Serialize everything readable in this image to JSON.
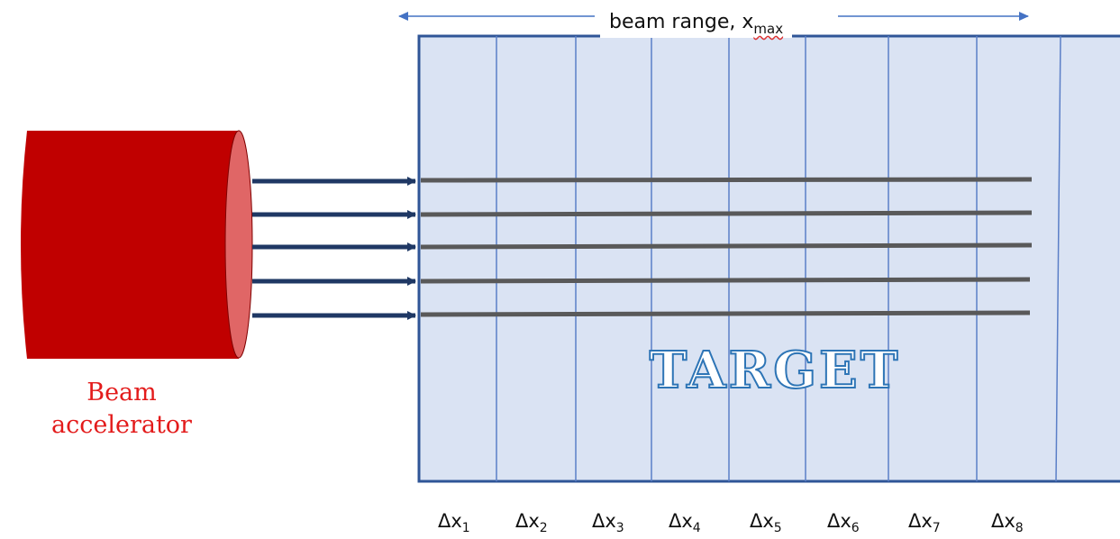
{
  "range": {
    "prefix": "beam range, x",
    "sub": "max"
  },
  "accelerator": {
    "label_line1": "Beam",
    "label_line2": "accelerator",
    "body_color": "#c00000",
    "face_color": "#e06666"
  },
  "target": {
    "label": "TARGET",
    "fill_color": "#dae3f3",
    "border_color": "#2f5597"
  },
  "beam_count": 5,
  "slices": [
    {
      "prefix": "Δx",
      "sub": "1"
    },
    {
      "prefix": "Δx",
      "sub": "2"
    },
    {
      "prefix": "Δx",
      "sub": "3"
    },
    {
      "prefix": "Δx",
      "sub": "4"
    },
    {
      "prefix": "Δx",
      "sub": "5"
    },
    {
      "prefix": "Δx",
      "sub": "6"
    },
    {
      "prefix": "Δx",
      "sub": "7"
    },
    {
      "prefix": "Δx",
      "sub": "8"
    }
  ]
}
